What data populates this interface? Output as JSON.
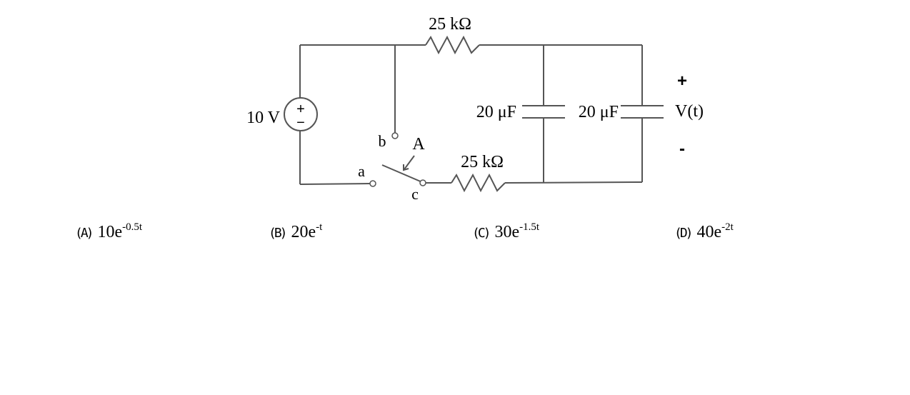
{
  "circuit": {
    "source_label": "10 V",
    "source_plus": "+",
    "source_minus": "−",
    "resistor_top_label": "25 kΩ",
    "resistor_bottom_label": "25 kΩ",
    "capacitor_left_label": "20 μF",
    "capacitor_right_label": "20 μF",
    "output_label": "V(t)",
    "output_plus": "+",
    "output_minus": "-",
    "terminal_a": "a",
    "terminal_b": "b",
    "terminal_c": "c",
    "switch_label": "A"
  },
  "choices": [
    {
      "letter": "(A)",
      "base": "10e",
      "exponent": "-0.5t"
    },
    {
      "letter": "(B)",
      "base": "20e",
      "exponent": "-t"
    },
    {
      "letter": "(C)",
      "base": "30e",
      "exponent": "-1.5t"
    },
    {
      "letter": "(D)",
      "base": "40e",
      "exponent": "-2t"
    }
  ]
}
